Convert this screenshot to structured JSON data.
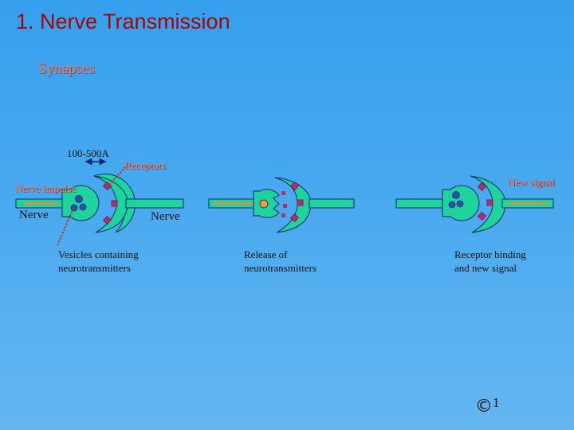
{
  "title": "1. Nerve Transmission",
  "subtitle": "Synapses",
  "labels": {
    "gap": "100-500A",
    "receptors": "Receptors",
    "nerve_impulse": "Nerve impulse",
    "nerve_left": "Nerve",
    "nerve_right": "Nerve",
    "new_signal": "New signal"
  },
  "captions": [
    {
      "line1": "Vesicles containing",
      "line2": "neurotransmitters"
    },
    {
      "line1": "Release of",
      "line2": "neurotransmitters"
    },
    {
      "line1": "Receptor binding",
      "line2": "and new signal"
    }
  ],
  "footer": {
    "copyright_symbol": "©",
    "footnote": "1"
  },
  "colors": {
    "title": "#b00000",
    "orange_label": "#ff6f3a",
    "axon_fill": "#1fd49c",
    "outline": "#1f3f7a",
    "receptor": "#b0306a",
    "vesicle": "#2a4fb0",
    "pointer": "#d02020",
    "arrow": "#0a2a70"
  }
}
